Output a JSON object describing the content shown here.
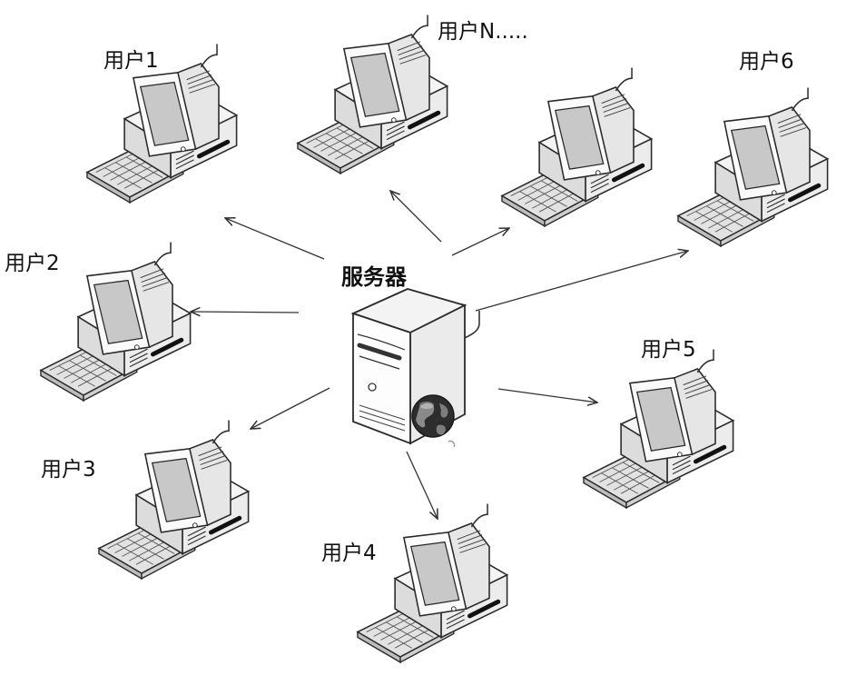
{
  "server": {
    "label": "服务器",
    "icon": "server-tower-with-globe-icon"
  },
  "clients": [
    {
      "id": "user-1",
      "label": "用户1",
      "icon": "desktop-computer-icon"
    },
    {
      "id": "user-n",
      "label": "用户N.....",
      "icon": "desktop-computer-icon"
    },
    {
      "id": "user-unlabeled",
      "label": "",
      "icon": "desktop-computer-icon"
    },
    {
      "id": "user-6",
      "label": "用户6",
      "icon": "desktop-computer-icon"
    },
    {
      "id": "user-2",
      "label": "用户2",
      "icon": "desktop-computer-icon"
    },
    {
      "id": "user-5",
      "label": "用户5",
      "icon": "desktop-computer-icon"
    },
    {
      "id": "user-3",
      "label": "用户3",
      "icon": "desktop-computer-icon"
    },
    {
      "id": "user-4",
      "label": "用户4",
      "icon": "desktop-computer-icon"
    }
  ],
  "connections": [
    {
      "from": "server",
      "to": "user-1"
    },
    {
      "from": "server",
      "to": "user-n"
    },
    {
      "from": "server",
      "to": "user-unlabeled"
    },
    {
      "from": "server",
      "to": "user-6"
    },
    {
      "from": "server",
      "to": "user-2"
    },
    {
      "from": "server",
      "to": "user-5"
    },
    {
      "from": "server",
      "to": "user-3"
    },
    {
      "from": "server",
      "to": "user-4"
    }
  ],
  "colors": {
    "line": "#333333",
    "outline": "#2a2a2a",
    "body": "#f2f2f2",
    "shade": "#d6d6d6",
    "screen": "#c8c8c8"
  }
}
